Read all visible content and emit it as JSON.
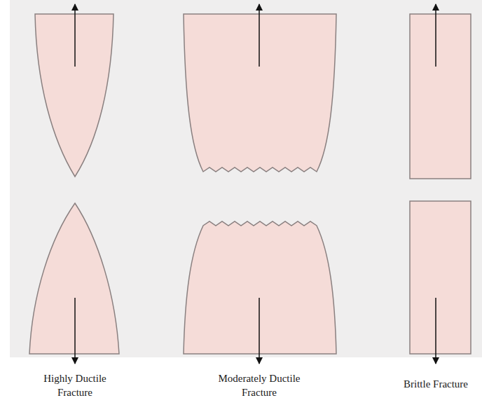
{
  "diagram": {
    "labels": [
      "Highly Ductile Fracture",
      "Moderately Ductile Fracture",
      "Brittle Fracture"
    ]
  }
}
